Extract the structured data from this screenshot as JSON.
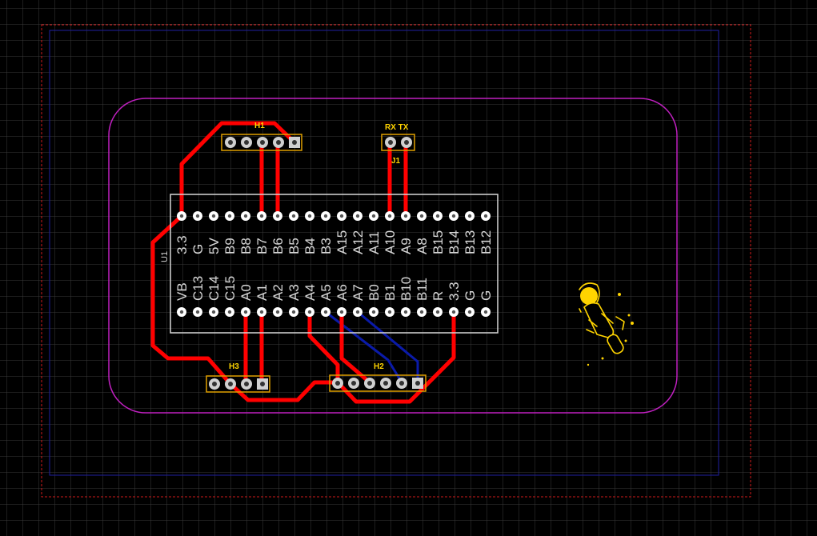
{
  "colors": {
    "background": "#000000",
    "grid": "#3a3a3a",
    "board_outline": "#c020c0",
    "keepout_red": "#cc1a1a",
    "keepout_blue": "#2020a0",
    "top_copper": "#ff0000",
    "bottom_copper": "#0a1aa8",
    "silkscreen": "#d8d8d8",
    "connector_outline": "#e0a000",
    "ref_text": "#ffd400",
    "pad": "#ffffff",
    "logo": "#ffd400"
  },
  "u1": {
    "ref": "U1",
    "top_pins": [
      "3.3",
      "G",
      "5V",
      "B9",
      "B8",
      "B7",
      "B6",
      "B5",
      "B4",
      "B3",
      "A15",
      "A12",
      "A11",
      "A10",
      "A9",
      "A8",
      "B15",
      "B14",
      "B13",
      "B12"
    ],
    "bottom_pins": [
      "VB",
      "C13",
      "C14",
      "C15",
      "A0",
      "A1",
      "A2",
      "A3",
      "A4",
      "A5",
      "A6",
      "A7",
      "B0",
      "B1",
      "B10",
      "B11",
      "R",
      "3.3",
      "G",
      "G"
    ]
  },
  "connectors": {
    "h1": {
      "ref": "H1",
      "pins": 5
    },
    "j1": {
      "ref": "J1",
      "label": "RX TX",
      "pins": 2
    },
    "h3": {
      "ref": "H3",
      "pins": 4
    },
    "h2": {
      "ref": "H2",
      "pins": 6
    }
  },
  "logo": {
    "icon": "astronaut-logo-icon"
  }
}
